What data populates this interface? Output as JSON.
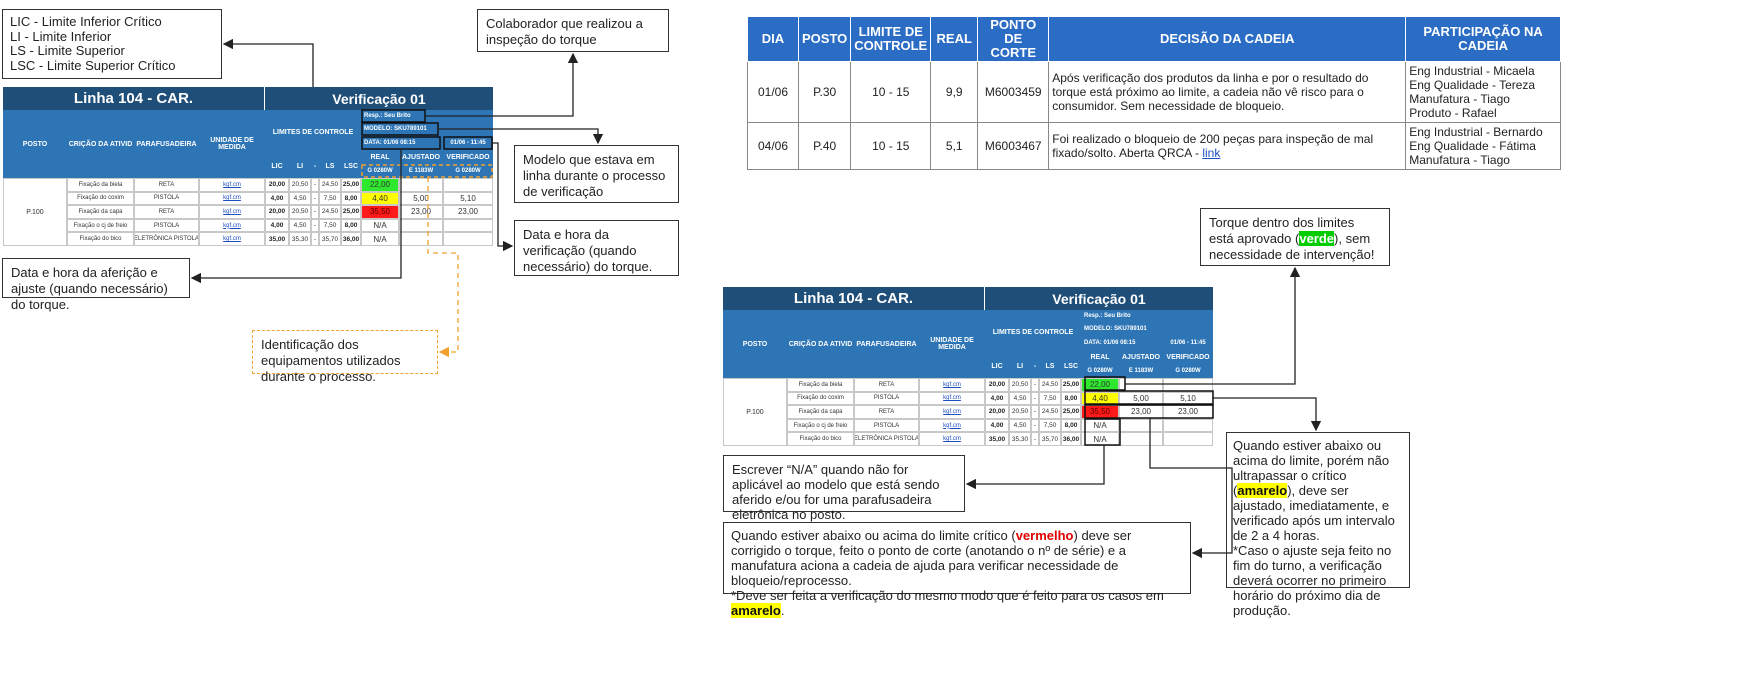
{
  "legend": [
    "LIC - Limite Inferior Crítico",
    "LI - Limite Inferior",
    "LS - Limite Superior",
    "LSC - Limite Superior Crítico"
  ],
  "sheet": {
    "line_title": "Linha 104 - CAR.",
    "verif_title": "Verificação 01",
    "col_posto": "POSTO",
    "col_descricao": "CRIÇÃO DA ATIVID",
    "col_parafusadeira": "PARAFUSADEIRA",
    "col_unidade": "UNIDADE DE MEDIDA",
    "col_limites": "LIMITES DE CONTROLE",
    "resp": "Resp.: Seu Brito",
    "modelo": "MODELO: SKU789101",
    "data1": "DATA: 01/06 08:15",
    "data2": "01/06 - 11:45",
    "lim_lic": "LIC",
    "lim_li": "LI",
    "lim_dash": "-",
    "lim_ls": "LS",
    "lim_lsc": "LSC",
    "h_real": "REAL",
    "h_ajustado": "AJUSTADO",
    "h_verificado": "VERIFICADO",
    "eq_real": "G 0280W",
    "eq_ajustado": "E 1183W",
    "eq_verificado": "G 0280W",
    "posto": "P.100",
    "rows": [
      {
        "desc": "Fixação da biela",
        "paraf": "RETA",
        "unid": "kgf.cm",
        "lic": "20,00",
        "li": "20,50",
        "dash": "-",
        "ls": "24,50",
        "lsc": "25,00",
        "real": "22,00",
        "ajustado": "",
        "verificado": ""
      },
      {
        "desc": "Fixação do coxim",
        "paraf": "PISTOLA",
        "unid": "kgf.cm",
        "lic": "4,00",
        "li": "4,50",
        "dash": "-",
        "ls": "7,50",
        "lsc": "8,00",
        "real": "4,40",
        "ajustado": "5,00",
        "verificado": "5,10"
      },
      {
        "desc": "Fixação da capa",
        "paraf": "RETA",
        "unid": "kgf.cm",
        "lic": "20,00",
        "li": "20,50",
        "dash": "-",
        "ls": "24,50",
        "lsc": "25,00",
        "real": "35,50",
        "ajustado": "23,00",
        "verificado": "23,00"
      },
      {
        "desc": "Fixação o cj de freio",
        "paraf": "PISTOLA",
        "unid": "kgf.cm",
        "lic": "4,00",
        "li": "4,50",
        "dash": "-",
        "ls": "7,50",
        "lsc": "8,00",
        "real": "N/A",
        "ajustado": "",
        "verificado": ""
      },
      {
        "desc": "Fixação do bico",
        "paraf": "ELETRÔNICA PISTOLA",
        "unid": "kgf.cm",
        "lic": "35,00",
        "li": "35,30",
        "dash": "-",
        "ls": "35,70",
        "lsc": "36,00",
        "real": "N/A",
        "ajustado": "",
        "verificado": ""
      }
    ],
    "status_colors": {
      "ok": "#2ee82e",
      "warning": "#ffff00",
      "critical": "#ff1a1a"
    }
  },
  "callouts_left": {
    "colaborador": "Colaborador que realizou a inspeção do torque",
    "modelo": "Modelo que estava em linha durante o processo de verificação",
    "data_verificacao": "Data e hora da verificação (quando necessário) do torque.",
    "data_afericao": "Data e hora da aferição e ajuste (quando necessário) do torque.",
    "equipamentos": "Identificação dos equipamentos utilizados durante o processo."
  },
  "decision_table": {
    "headers": [
      "DIA",
      "POSTO",
      "LIMITE DE CONTROLE",
      "REAL",
      "PONTO DE CORTE",
      "DECISÃO DA CADEIA",
      "PARTICIPAÇÃO NA CADEIA"
    ],
    "rows": [
      {
        "dia": "01/06",
        "posto": "P.30",
        "limite": "10 - 15",
        "real": "9,9",
        "corte": "M6003459",
        "decisao": "Após verificação dos produtos da linha e por o resultado do torque está próximo ao limite, a cadeia não vê risco para o consumidor. Sem necessidade de bloqueio.",
        "decisao_link": "",
        "participacao": [
          "Eng Industrial - Micaela",
          "Eng Qualidade - Tereza",
          "Manufatura - Tiago",
          "Produto - Rafael"
        ]
      },
      {
        "dia": "04/06",
        "posto": "P.40",
        "limite": "10 - 15",
        "real": "5,1",
        "corte": "M6003467",
        "decisao": "Foi realizado o bloqueio de 200 peças para inspeção de mal fixado/solto. Aberta QRCA - ",
        "decisao_link": "link",
        "participacao": [
          "Eng Industrial - Bernardo",
          "Eng Qualidade - Fátima",
          "Manufatura - Tiago"
        ]
      }
    ]
  },
  "callouts_right": {
    "verde": {
      "before": "Torque dentro dos limites está aprovado (",
      "hl": "verde",
      "after": "), sem necessidade de intervenção!"
    },
    "na": "Escrever “N/A” quando não for aplicável ao modelo que está sendo aferido e/ou for uma parafusadeira eletrônica no posto.",
    "amarelo": {
      "before": "Quando estiver abaixo ou acima do limite, porém não ultrapassar o crítico (",
      "hl": "amarelo",
      "after": "), deve ser ajustado, imediatamente, e verificado após um intervalo de 2 a 4 horas.",
      "note": "*Caso o ajuste seja feito no fim do turno, a verificação deverá ocorrer no primeiro horário do próximo dia de produção."
    },
    "vermelho": {
      "before": "Quando estiver abaixo ou acima do limite crítico (",
      "hl": "vermelho",
      "after": ") deve ser corrigido o torque, feito o ponto de corte (anotando o nº de série) e a manufatura aciona a cadeia de ajuda para verificar necessidade de bloqueio/reprocesso.",
      "note_before": "*Deve ser feita a verificação do mesmo modo que é feito para os casos em ",
      "note_hl": "amarelo",
      "note_after": "."
    }
  }
}
